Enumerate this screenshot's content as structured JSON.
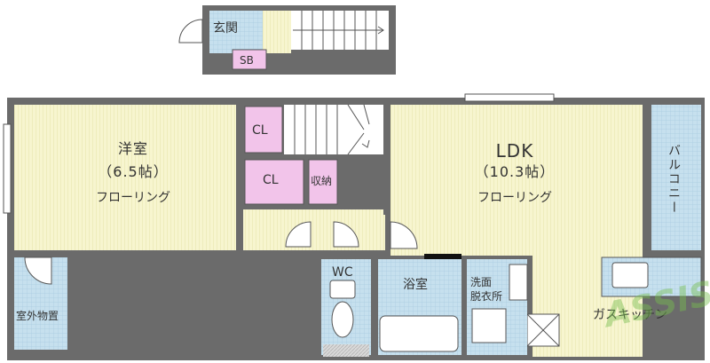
{
  "rooms": {
    "genkan": "玄関",
    "sb": "SB",
    "western_name": "洋室",
    "western_size": "（6.5帖）",
    "western_floor": "フローリング",
    "ldk_name": "LDK",
    "ldk_size": "（10.3帖）",
    "ldk_floor": "フローリング",
    "cl_1": "CL",
    "cl_2": "CL",
    "storage": "収納",
    "balcony": "バルコニー",
    "wc": "WC",
    "bath": "浴室",
    "washroom": "洗面\n脱衣所",
    "gas_kitchen": "ガスキッチン",
    "outdoor_storage": "室外物置"
  },
  "colors": {
    "floor_yellow": "#f7f5cf",
    "tile_blue": "#c6e0ee",
    "closet_pink": "#f2c4ea",
    "wall": "#6b6b6b",
    "line": "#555555"
  }
}
